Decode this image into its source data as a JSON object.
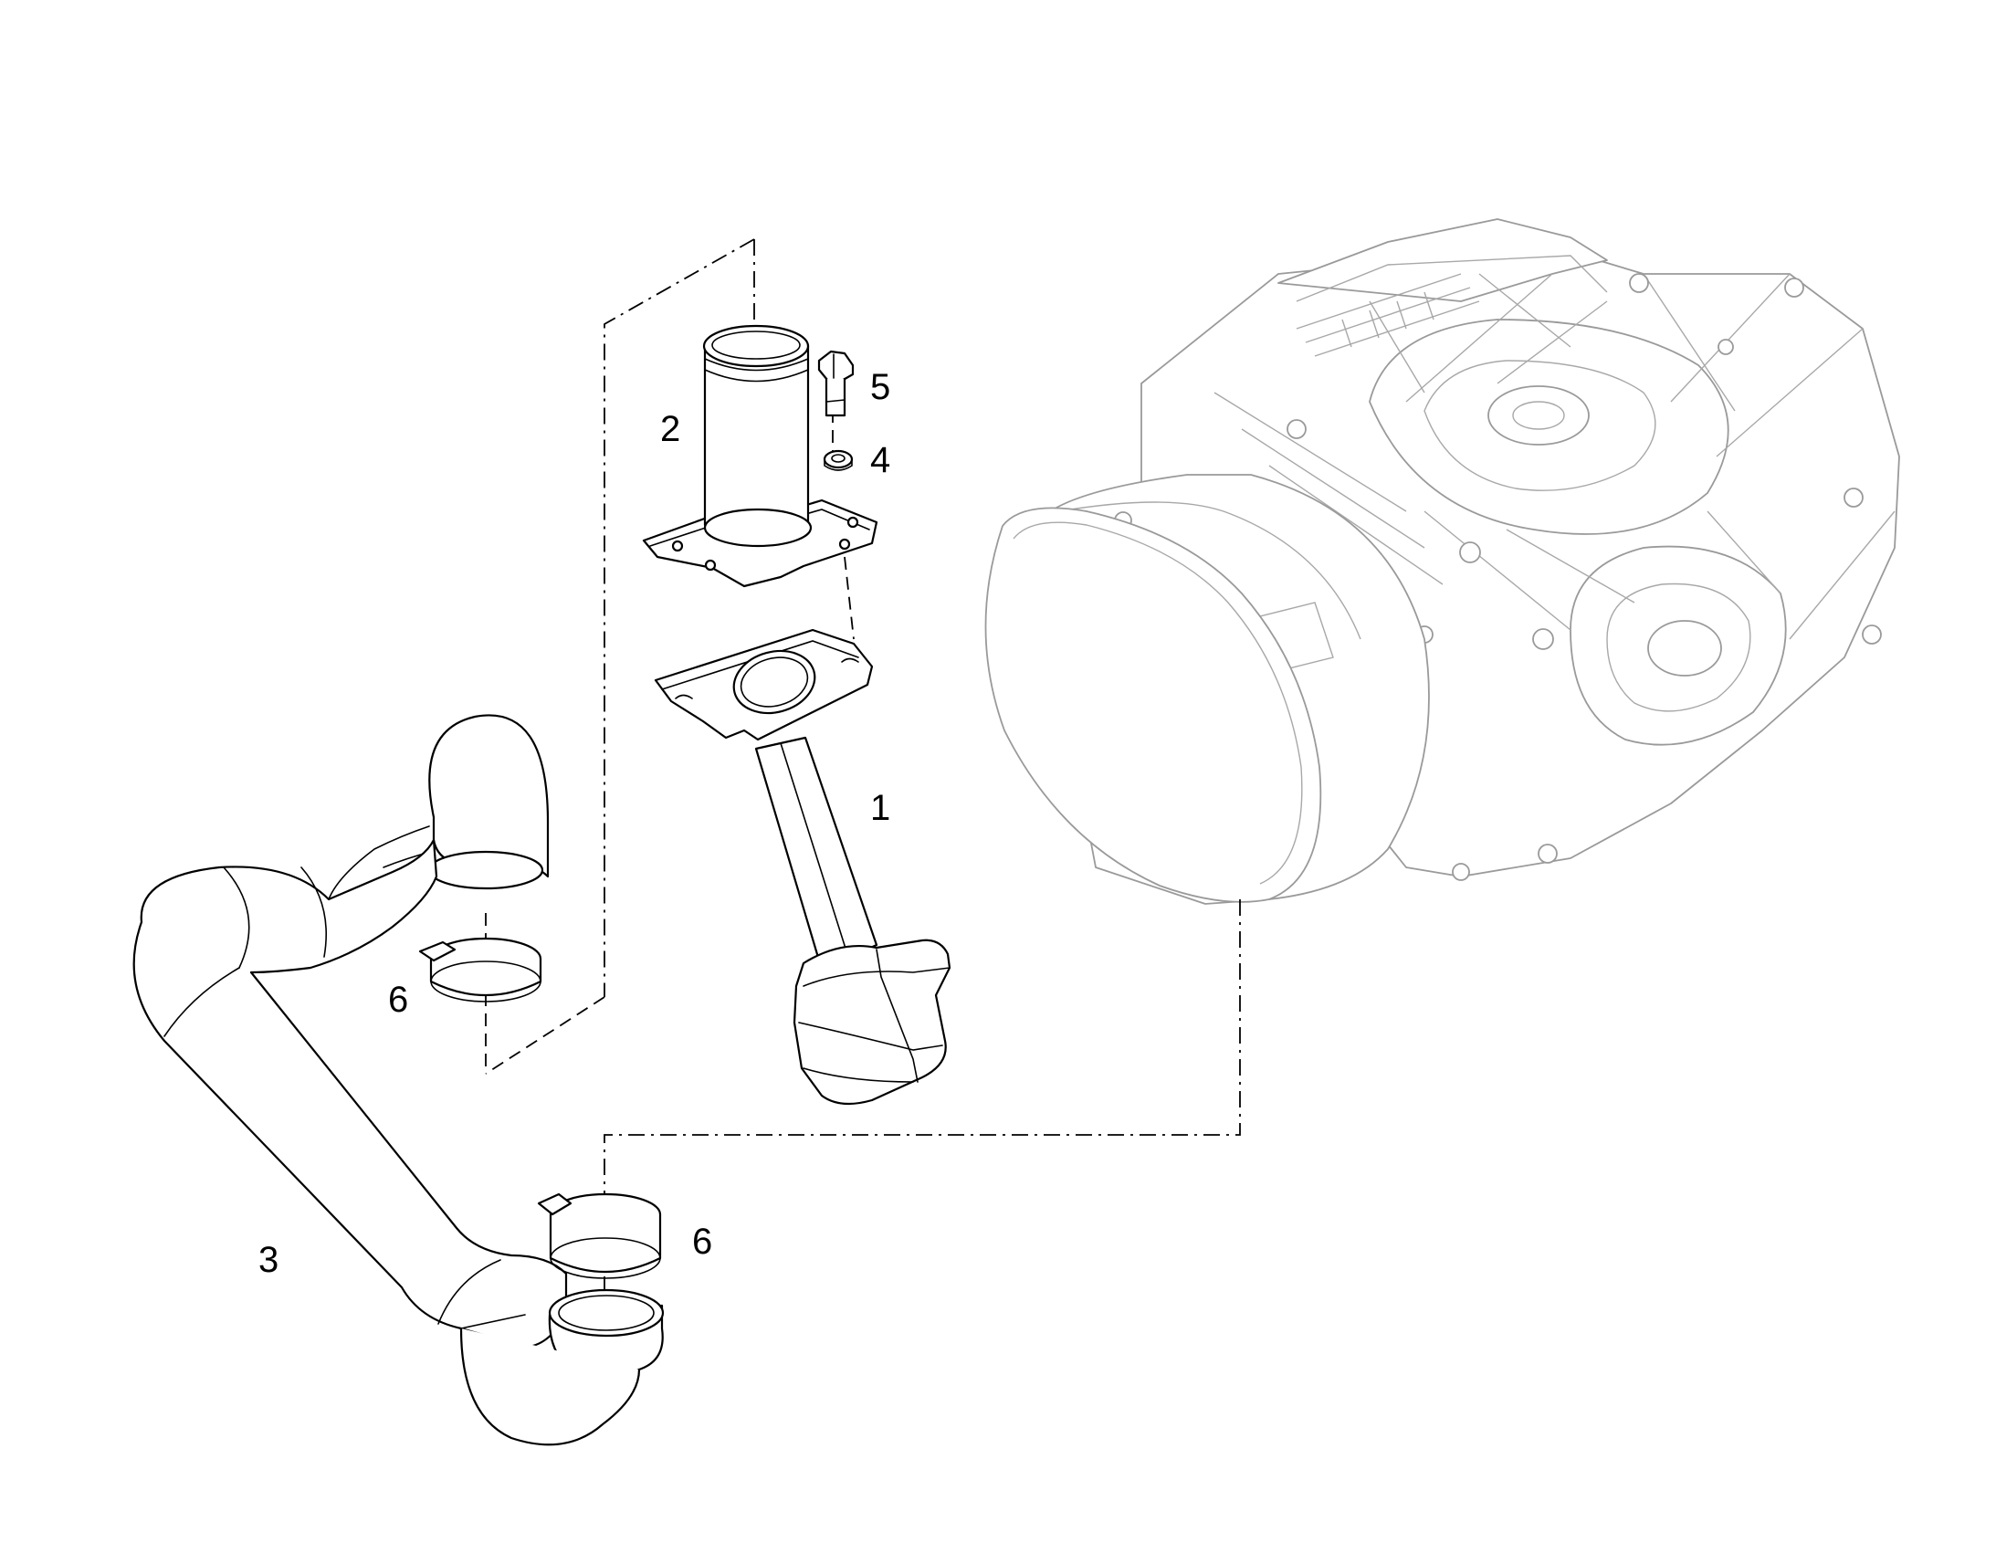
{
  "callouts": [
    {
      "id": "c1",
      "label": "1"
    },
    {
      "id": "c2",
      "label": "2"
    },
    {
      "id": "c3",
      "label": "3"
    },
    {
      "id": "c4",
      "label": "4"
    },
    {
      "id": "c5",
      "label": "5"
    },
    {
      "id": "c6a",
      "label": "6"
    },
    {
      "id": "c6b",
      "label": "6"
    }
  ],
  "colors": {
    "line": "#000000",
    "ghost_line": "#9a9a9a",
    "background": "#ffffff"
  }
}
